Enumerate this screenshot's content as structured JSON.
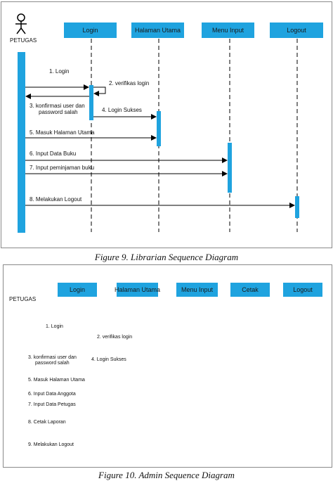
{
  "diagram1": {
    "actor": "PETUGAS",
    "lifelines": [
      "Login",
      "Halaman Utama",
      "Menu Input",
      "Logout"
    ],
    "messages": [
      "1. Login",
      "2. verifikas login",
      "3. konfirmasi user dan",
      "password salah",
      "4. Login Sukses",
      "5. Masuk Halaman Utama",
      "6. Input Data Buku",
      "7. Input peminjaman buku",
      "8. Melakukan Logout"
    ],
    "caption": "Figure 9. Librarian Sequence Diagram"
  },
  "diagram2": {
    "actor": "PETUGAS",
    "lifelines": [
      "Login",
      "Halaman Utama",
      "Menu Input",
      "Cetak",
      "Logout"
    ],
    "messages": [
      "1. Login",
      "2. verifikas login",
      "3. konfirmasi user dan",
      "password salah",
      "4. Login Sukses",
      "5. Masuk Halaman Utama",
      "6. Input Data Anggota",
      "7. Input Data Petugas",
      "8. Cetak Laporan",
      "9. Melakukan Logout"
    ],
    "caption": "Figure 10. Admin Sequence Diagram"
  },
  "colors": {
    "lifeline_box": "#1fa3df",
    "activation": "#1fa3df",
    "frame": "#8a8a8a"
  }
}
